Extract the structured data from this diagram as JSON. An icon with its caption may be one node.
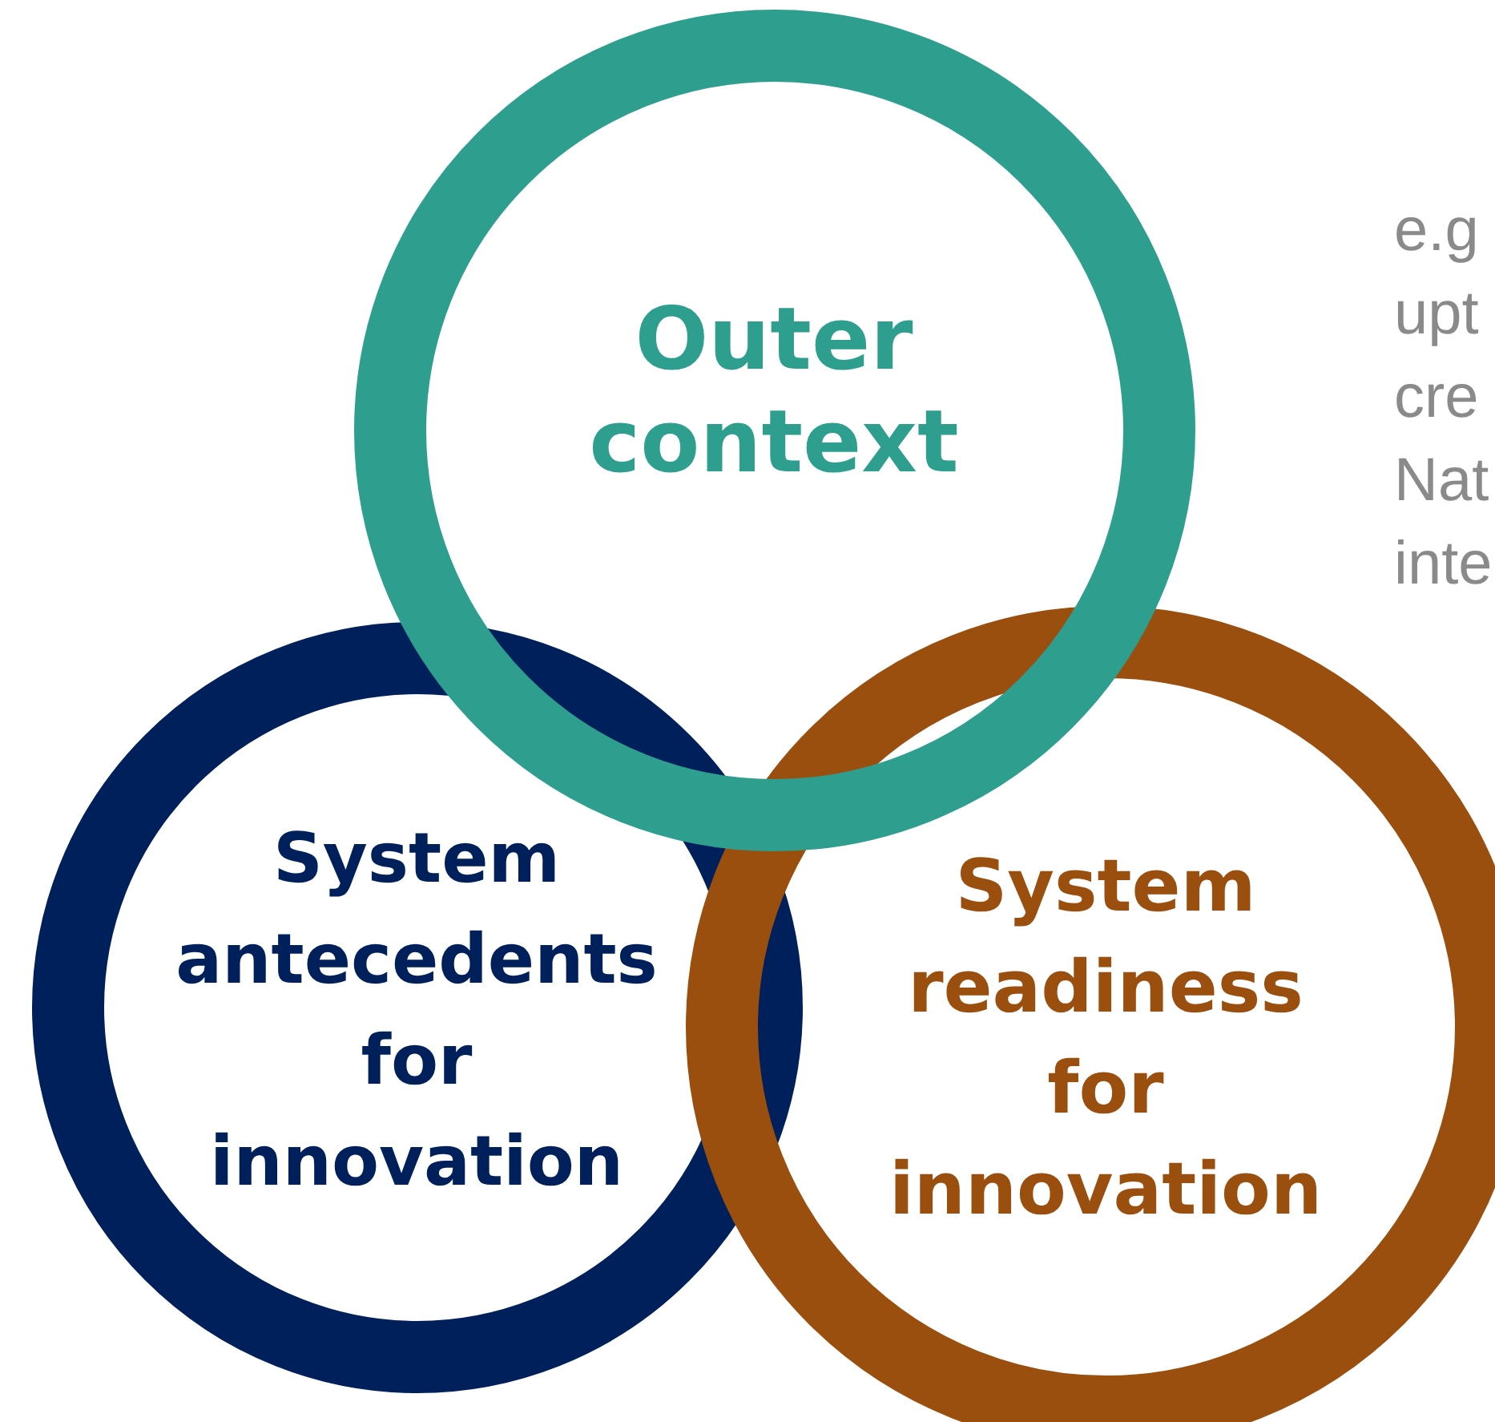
{
  "diagram": {
    "nodes": [
      {
        "text": [
          "Outer context"
        ]
      },
      {
        "text": [
          "System antecedents for innovation"
        ]
      },
      {
        "text": [
          "System readiness for innovation"
        ]
      }
    ],
    "labels": [
      "e.g upt cre Nat inte"
    ]
  }
}
